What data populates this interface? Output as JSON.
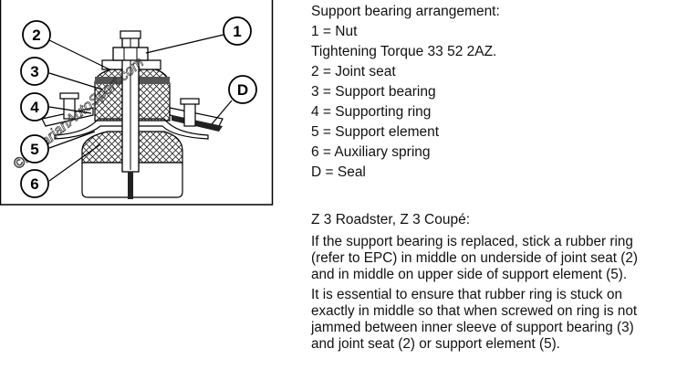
{
  "diagram": {
    "callouts": [
      "1",
      "2",
      "3",
      "4",
      "5",
      "6",
      "D"
    ],
    "watermark": "©BavarianAutoSport.com"
  },
  "legend": {
    "heading": "Support bearing arrangement:",
    "items": [
      "1 = Nut",
      "Tightening Torque 33 52 2AZ.",
      "2 = Joint seat",
      "3 = Support bearing",
      "4 = Supporting ring",
      "5 = Support element",
      "6 = Auxiliary spring",
      "D = Seal"
    ]
  },
  "notes": {
    "heading": "Z 3 Roadster, Z 3 Coupé:",
    "paragraph1": [
      "If the support bearing is replaced, stick a rubber ring",
      "(refer to EPC) in middle on underside of joint seat (2)",
      "and in middle on upper side of support element (5)."
    ],
    "paragraph2": [
      "It is essential to ensure that rubber ring is stuck on",
      "exactly in middle so that when screwed on ring is not",
      "jammed between inner sleeve of support bearing (3)",
      "and joint seat (2) or support element (5)."
    ]
  }
}
